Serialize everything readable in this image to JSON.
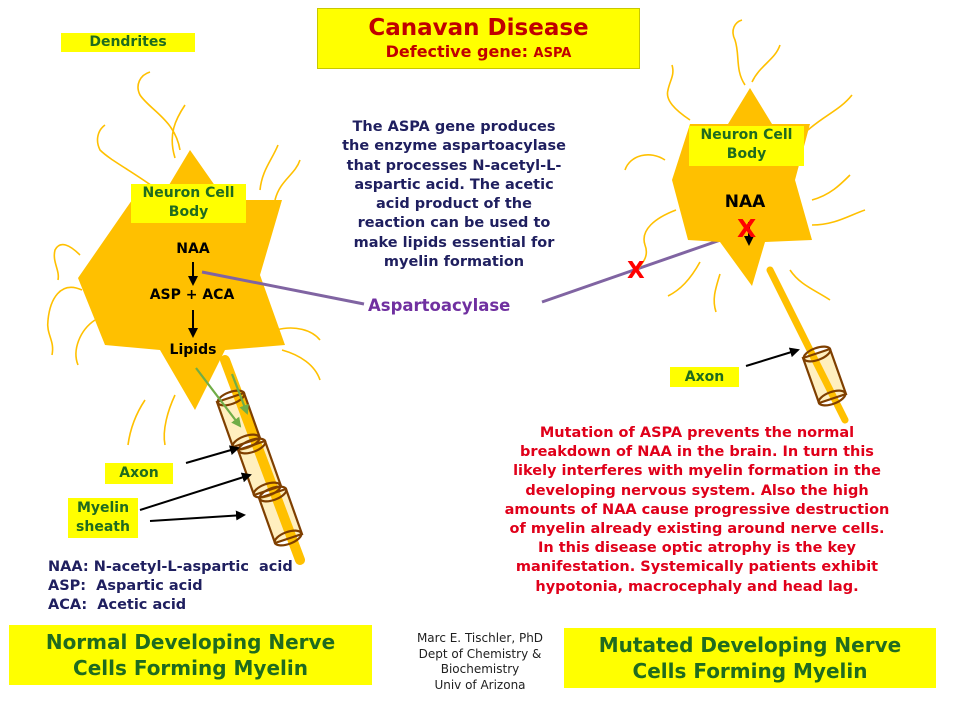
{
  "title": {
    "disease": "Canavan Disease",
    "gene_prefix": "Defective gene:",
    "gene_name": "ASPA"
  },
  "labels": {
    "dendrites": "Dendrites",
    "left_cell_body": [
      "Neuron Cell",
      "Body"
    ],
    "right_cell_body": [
      "Neuron Cell",
      "Body"
    ],
    "left_axon": "Axon",
    "right_axon": "Axon",
    "myelin_sheath": [
      "Myelin",
      "sheath"
    ]
  },
  "pathway": {
    "naa": "NAA",
    "asp_aca": "ASP + ACA",
    "lipids": "Lipids",
    "right_naa": "NAA",
    "block_mark": "X",
    "line_block_mark": "X"
  },
  "enzyme": "Aspartoacylase",
  "description": [
    "The ASPA gene produces",
    "the enzyme aspartoacylase",
    "that processes N-acetyl-L-",
    "aspartic acid.  The acetic",
    "acid product of the",
    "reaction can be used to",
    "make lipids  essential for",
    "myelin formation"
  ],
  "mutation_text": [
    "Mutation of ASPA prevents the normal",
    "breakdown of NAA in the brain. In turn this",
    "likely  interferes with myelin formation in the",
    "developing nervous system. Also the high",
    "amounts of NAA cause progressive destruction",
    "of myelin  already existing  around nerve cells.",
    "In this disease optic atrophy is the key",
    "manifestation.  Systemically patients exhibit",
    "hypotonia,  macrocephaly and head lag."
  ],
  "abbreviations": [
    "NAA: N-acetyl-L-aspartic  acid",
    "ASP:  Aspartic acid",
    "ACA:  Acetic acid"
  ],
  "credit": [
    "Marc  E. Tischler, PhD",
    "Dept of Chemistry  &",
    "Biochemistry",
    "Univ of Arizona"
  ],
  "bottom_left": [
    "Normal Developing Nerve",
    "Cells Forming Myelin"
  ],
  "bottom_right": [
    "Mutated Developing Nerve",
    "Cells Forming Myelin"
  ],
  "colors": {
    "neuron": "#ffc000",
    "label_box": "#ffff00",
    "title_text": "#c00000",
    "label_text": "#1f6b1f",
    "enzyme": "#7030a0",
    "mutation_text": "#e0001a",
    "myelin_outline": "#7f3f00",
    "green_arrow": "#70ad47"
  }
}
